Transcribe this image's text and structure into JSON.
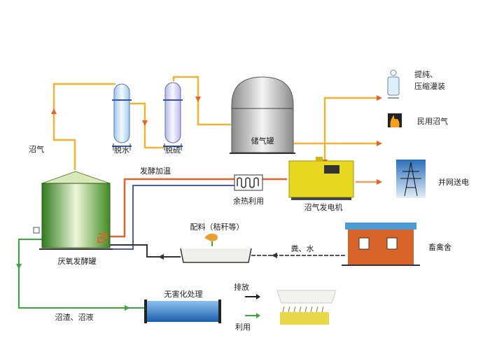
{
  "labels": {
    "biogas": "沼气",
    "dewater": "脱水",
    "desulfur": "脱硫",
    "storage_tank": "储气罐",
    "purify_line1": "提纯、",
    "purify_line2": "压缩灌装",
    "civil_gas": "民用沼气",
    "grid": "并网送电",
    "generator": "沼气发电机",
    "heat_recovery": "余热利用",
    "fermentation_heating": "发酵加温",
    "digester": "厌氧发酵罐",
    "feed": "配料（秸秆等）",
    "manure_water": "粪、水",
    "livestock_house": "畜禽舍",
    "treatment": "无害化处理",
    "residue": "沼渣、沼液",
    "discharge": "排放",
    "utilize": "利用"
  },
  "colors": {
    "gas_pipe": "#f2b233",
    "hot_pipe": "#e8602a",
    "cold_pipe": "#4a5fb0",
    "slurry_pipe": "#39a83a",
    "feed_pipe": "#333333"
  }
}
